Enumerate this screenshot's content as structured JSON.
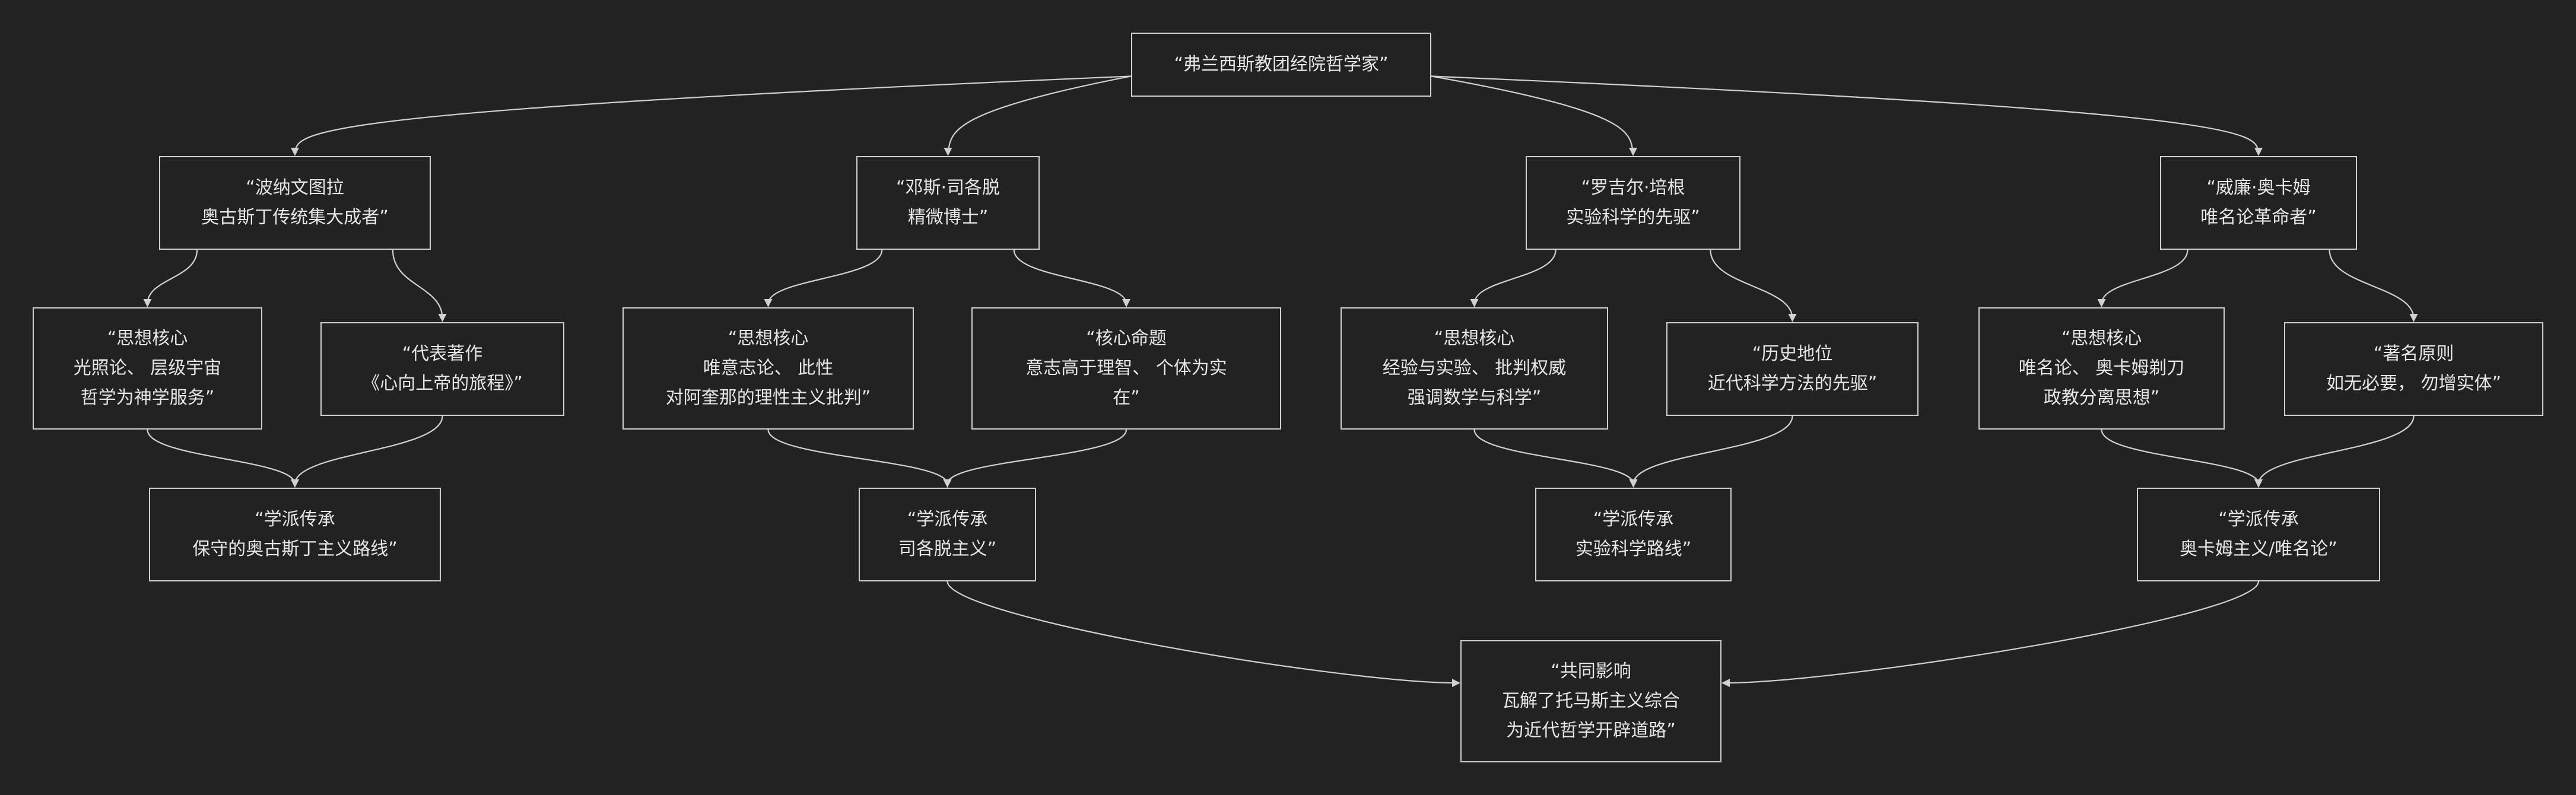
{
  "diagram": {
    "background": "#222222",
    "node_border": "#cfcfcf",
    "text_color": "#e6e6e6",
    "edge_color": "#d0d0d0",
    "nodes": {
      "root": {
        "lines": [
          "“弗兰西斯教团经院哲学家”"
        ]
      },
      "bonaventure": {
        "lines": [
          "“波纳文图拉",
          "奥古斯丁传统集大成者”"
        ]
      },
      "bonaventure_core": {
        "lines": [
          "“思想核心",
          "光照论、 层级宇宙",
          "哲学为神学服务”"
        ]
      },
      "bonaventure_work": {
        "lines": [
          "“代表著作",
          "《心向上帝的旅程》”"
        ]
      },
      "bonaventure_school": {
        "lines": [
          "“学派传承",
          "保守的奥古斯丁主义路线”"
        ]
      },
      "scotus": {
        "lines": [
          "“邓斯·司各脱",
          "精微博士”"
        ]
      },
      "scotus_core": {
        "lines": [
          "“思想核心",
          "唯意志论、 此性",
          "对阿奎那的理性主义批判”"
        ]
      },
      "scotus_thesis": {
        "lines": [
          "“核心命题",
          "意志高于理智、 个体为实",
          "在”"
        ]
      },
      "scotus_school": {
        "lines": [
          "“学派传承",
          "司各脱主义”"
        ]
      },
      "bacon": {
        "lines": [
          "“罗吉尔·培根",
          "实验科学的先驱”"
        ]
      },
      "bacon_core": {
        "lines": [
          "“思想核心",
          "经验与实验、 批判权威",
          "强调数学与科学”"
        ]
      },
      "bacon_status": {
        "lines": [
          "“历史地位",
          "近代科学方法的先驱”"
        ]
      },
      "bacon_school": {
        "lines": [
          "“学派传承",
          "实验科学路线”"
        ]
      },
      "ockham": {
        "lines": [
          "“威廉·奥卡姆",
          "唯名论革命者”"
        ]
      },
      "ockham_core": {
        "lines": [
          "“思想核心",
          "唯名论、 奥卡姆剃刀",
          "政教分离思想”"
        ]
      },
      "ockham_principle": {
        "lines": [
          "“著名原则",
          "如无必要， 勿增实体”"
        ]
      },
      "ockham_school": {
        "lines": [
          "“学派传承",
          "奥卡姆主义/唯名论”"
        ]
      },
      "influence": {
        "lines": [
          "“共同影响",
          "瓦解了托马斯主义综合",
          "为近代哲学开辟道路”"
        ]
      }
    },
    "edges": [
      [
        "root",
        "bonaventure"
      ],
      [
        "root",
        "scotus"
      ],
      [
        "root",
        "bacon"
      ],
      [
        "root",
        "ockham"
      ],
      [
        "bonaventure",
        "bonaventure_core"
      ],
      [
        "bonaventure",
        "bonaventure_work"
      ],
      [
        "bonaventure_core",
        "bonaventure_school"
      ],
      [
        "bonaventure_work",
        "bonaventure_school"
      ],
      [
        "scotus",
        "scotus_core"
      ],
      [
        "scotus",
        "scotus_thesis"
      ],
      [
        "scotus_core",
        "scotus_school"
      ],
      [
        "scotus_thesis",
        "scotus_school"
      ],
      [
        "bacon",
        "bacon_core"
      ],
      [
        "bacon",
        "bacon_status"
      ],
      [
        "bacon_core",
        "bacon_school"
      ],
      [
        "bacon_status",
        "bacon_school"
      ],
      [
        "ockham",
        "ockham_core"
      ],
      [
        "ockham",
        "ockham_principle"
      ],
      [
        "ockham_core",
        "ockham_school"
      ],
      [
        "ockham_principle",
        "ockham_school"
      ],
      [
        "scotus_school",
        "influence"
      ],
      [
        "ockham_school",
        "influence"
      ]
    ]
  }
}
